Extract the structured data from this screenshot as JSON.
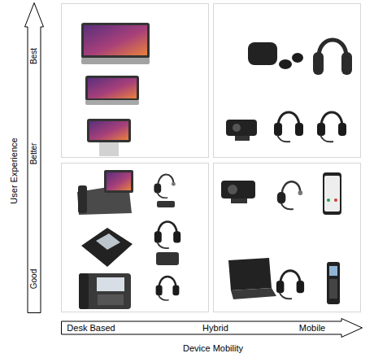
{
  "diagram": {
    "nodes": [
      {
        "text": [
          "User Experience",
          "Best",
          "Better",
          "Good"
        ]
      },
      {
        "text": [
          "Desk Based",
          "Hybrid",
          "Mobile",
          "Device Mobility"
        ]
      }
    ]
  }
}
